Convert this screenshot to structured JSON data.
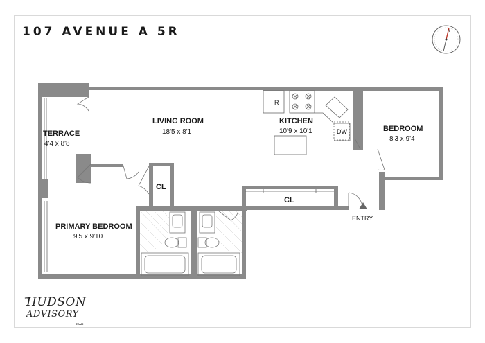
{
  "title": "107 AVENUE A 5R",
  "rooms": {
    "terrace": {
      "name": "TERRACE",
      "dims": "4'4 x 8'8"
    },
    "living": {
      "name": "LIVING ROOM",
      "dims": "18'5 x 8'1"
    },
    "kitchen": {
      "name": "KITCHEN",
      "dims": "10'9 x 10'1"
    },
    "bedroom": {
      "name": "BEDROOM",
      "dims": "8'3 x 9'4"
    },
    "primary": {
      "name": "PRIMARY BEDROOM",
      "dims": "9'5 x 9'10"
    }
  },
  "closets": {
    "left": "CL",
    "hall": "CL"
  },
  "appliances": {
    "refrigerator": "R",
    "dishwasher": "DW"
  },
  "entry": "ENTRY",
  "compass": {
    "label": "N",
    "icon": "compass-icon"
  },
  "logo": {
    "the": "THE",
    "line1": "HUDSON",
    "line2": "ADVISORY",
    "team": "TEAM"
  },
  "colors": {
    "wall": "#8a8a8a",
    "line": "#555555",
    "background": "#ffffff"
  }
}
